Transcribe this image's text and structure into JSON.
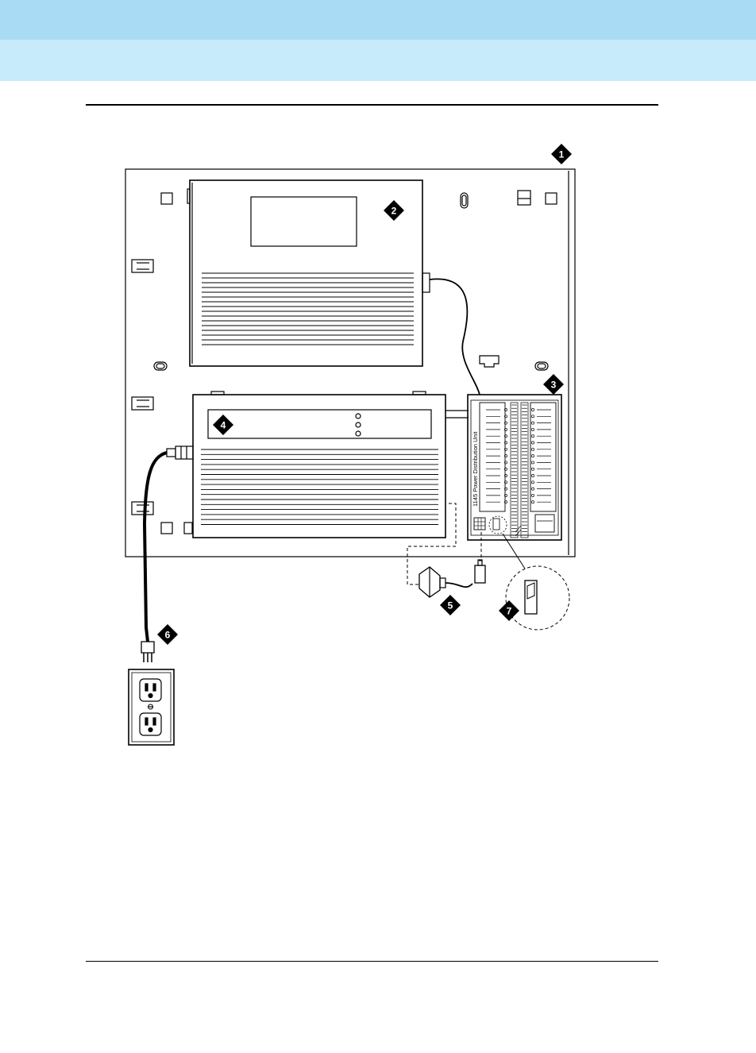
{
  "page": {
    "colors": {
      "header_band_dark": "#a9dbf4",
      "header_band_light": "#c7ebfb",
      "line": "#000000"
    }
  },
  "figure": {
    "callouts": [
      {
        "id": "1",
        "label": "1"
      },
      {
        "id": "2",
        "label": "2"
      },
      {
        "id": "3",
        "label": "3"
      },
      {
        "id": "4",
        "label": "4"
      },
      {
        "id": "5",
        "label": "5"
      },
      {
        "id": "6",
        "label": "6"
      },
      {
        "id": "7",
        "label": "7"
      }
    ],
    "pdu_label": "1145 Power Distribution Unit"
  }
}
